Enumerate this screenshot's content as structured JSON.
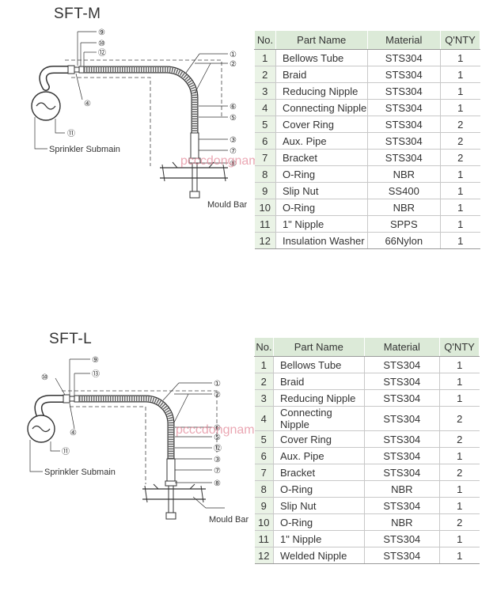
{
  "sft_m": {
    "title": "SFT-M",
    "watermark": "pcccdongnam.vn",
    "labels": {
      "submain": "Sprinkler Submain",
      "mould_bar": "Mould Bar"
    },
    "callouts": [
      "①",
      "②",
      "③",
      "④",
      "⑤",
      "⑥",
      "⑦",
      "⑧",
      "⑨",
      "⑩",
      "⑪",
      "⑫"
    ],
    "table": {
      "headers": [
        "No.",
        "Part Name",
        "Material",
        "Q'NTY"
      ],
      "rows": [
        [
          "1",
          "Bellows Tube",
          "STS304",
          "1"
        ],
        [
          "2",
          "Braid",
          "STS304",
          "1"
        ],
        [
          "3",
          "Reducing Nipple",
          "STS304",
          "1"
        ],
        [
          "4",
          "Connecting Nipple",
          "STS304",
          "1"
        ],
        [
          "5",
          "Cover Ring",
          "STS304",
          "2"
        ],
        [
          "6",
          "Aux. Pipe",
          "STS304",
          "2"
        ],
        [
          "7",
          "Bracket",
          "STS304",
          "2"
        ],
        [
          "8",
          "O-Ring",
          "NBR",
          "1"
        ],
        [
          "9",
          "Slip Nut",
          "SS400",
          "1"
        ],
        [
          "10",
          "O-Ring",
          "NBR",
          "1"
        ],
        [
          "11",
          "1\" Nipple",
          "SPPS",
          "1"
        ],
        [
          "12",
          "Insulation Washer",
          "66Nylon",
          "1"
        ]
      ]
    }
  },
  "sft_l": {
    "title": "SFT-L",
    "watermark": "pcccdongnam.vn",
    "labels": {
      "submain": "Sprinkler Submain",
      "mould_bar": "Mould Bar"
    },
    "callouts": [
      "①",
      "②",
      "③",
      "④",
      "⑤",
      "⑥",
      "⑦",
      "⑧",
      "⑨",
      "⑩",
      "⑪",
      "⑫",
      "⑬"
    ],
    "table": {
      "headers": [
        "No.",
        "Part Name",
        "Material",
        "Q'NTY"
      ],
      "rows": [
        [
          "1",
          "Bellows Tube",
          "STS304",
          "1"
        ],
        [
          "2",
          "Braid",
          "STS304",
          "1"
        ],
        [
          "3",
          "Reducing Nipple",
          "STS304",
          "1"
        ],
        [
          "4",
          "Connecting Nipple",
          "STS304",
          "2"
        ],
        [
          "5",
          "Cover Ring",
          "STS304",
          "2"
        ],
        [
          "6",
          "Aux. Pipe",
          "STS304",
          "1"
        ],
        [
          "7",
          "Bracket",
          "STS304",
          "2"
        ],
        [
          "8",
          "O-Ring",
          "NBR",
          "1"
        ],
        [
          "9",
          "Slip Nut",
          "STS304",
          "1"
        ],
        [
          "10",
          "O-Ring",
          "NBR",
          "2"
        ],
        [
          "11",
          "1\" Nipple",
          "STS304",
          "1"
        ],
        [
          "12",
          "Welded Nipple",
          "STS304",
          "1"
        ]
      ]
    }
  }
}
